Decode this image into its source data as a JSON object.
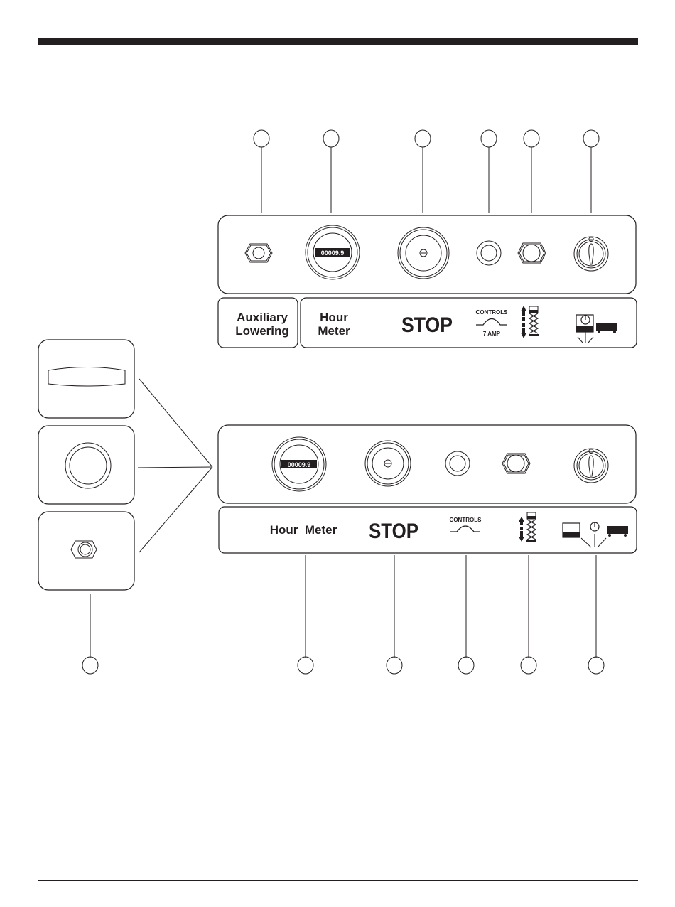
{
  "document": {
    "title": "Control panel component identification diagram"
  },
  "upper_panel": {
    "labels": {
      "aux_line1": "Auxiliary",
      "aux_line2": "Lowering",
      "hour_line1": "Hour",
      "hour_line2": "Meter",
      "stop": "STOP",
      "controls": "CONTROLS",
      "amp": "7 AMP"
    },
    "hour_meter_reading": "00009.9",
    "callout_count": 6
  },
  "lower_panel": {
    "labels": {
      "hour_meter": "Hour  Meter",
      "stop": "STOP",
      "controls": "CONTROLS"
    },
    "hour_meter_reading": "00009.9",
    "callout_count": 6
  },
  "option_insets": [
    {
      "name": "rocker-switch-option"
    },
    {
      "name": "push-button-option"
    },
    {
      "name": "toggle-switch-option"
    }
  ],
  "colors": {
    "ink": "#231f20",
    "background": "#ffffff"
  }
}
